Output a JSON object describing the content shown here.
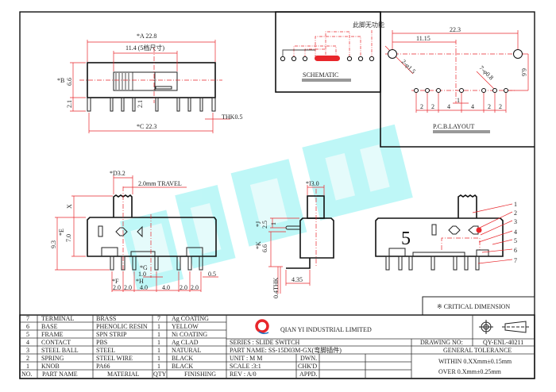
{
  "watermark": "乾熠实业",
  "top_view": {
    "dim_a": "*A 22.8",
    "dim_11_4": "11.4 (5档尺寸)",
    "dim_b": "*B",
    "dim_b_val": "6.6",
    "dim_2_1_left": "2.1",
    "dim_2_1_mid": "2.1",
    "dim_c": "*C 22.3",
    "thk": "THK0.5"
  },
  "schematic": {
    "note": "此脚无功能",
    "title": "SCHEMATIC"
  },
  "pcb": {
    "title": "P.C.B.LAYOUT",
    "dim_22_3": "22.3",
    "dim_11_15": "11.15",
    "dim_6_6": "6.6",
    "holes_big": "2-φ1.5",
    "holes_small": "7-φ0.8",
    "dim_1": "1",
    "pitches": [
      "2",
      "2",
      "4",
      "4",
      "2",
      "2"
    ]
  },
  "front_view": {
    "dim_d": "*D3.2",
    "travel": "2.0mm  TRAVEL",
    "x": "X",
    "dim_9_3": "9.3",
    "dim_e": "*E",
    "dim_e_val": "7.0",
    "dim_g": "*G",
    "dim_g_val": "1.0",
    "dim_0_5": "0.5",
    "dim_f": "*F",
    "dim_h": "*H",
    "pitches": [
      "2.0",
      "2.0",
      "4.0",
      "4.0",
      "2.0",
      "2.0"
    ]
  },
  "side_view": {
    "dim_i": "*I3.0",
    "dim_j": "*J",
    "dim_j_val": "2.5",
    "dim_j_1": "1",
    "dim_k": "*K",
    "dim_k_val": "6.6",
    "thk": "0.4THK",
    "dim_4_35": "4.35"
  },
  "back_view": {
    "position_mark": "5",
    "callouts": [
      "1",
      "2",
      "3",
      "4",
      "5",
      "6",
      "7"
    ]
  },
  "critical_note": "※ CRITICAL  DIMENSION",
  "bom": {
    "headers": [
      "NO.",
      "PART NAME",
      "MATERIAL",
      "QTY",
      "FINISHING"
    ],
    "rows": [
      [
        "7",
        "TERMINAL",
        "BRASS",
        "7",
        "Ag COATING"
      ],
      [
        "6",
        "BASE",
        "PHENOLIC RESIN",
        "1",
        "YELLOW"
      ],
      [
        "5",
        "FRAME",
        "SPN STRIP",
        "1",
        "Ni COATING"
      ],
      [
        "4",
        "CONTACT",
        "PBS",
        "1",
        "Ag CLAD"
      ],
      [
        "3",
        "STEEL BALL",
        "STEEL",
        "1",
        "NATURAL"
      ],
      [
        "2",
        "SPRING",
        "STEEL WIRE",
        "1",
        "BLACK"
      ],
      [
        "1",
        "KNOB",
        "PA66",
        "1",
        "BLACK"
      ]
    ]
  },
  "title_block": {
    "company": "QIAN  YI  INDUSTRIAL  LIMITED",
    "logo_letter": "Q",
    "series": "SERIES : SLIDE SWITCH",
    "part_name": "PART NAME: SS-15D03M-GX(弯脚插件)",
    "unit": "UNIT   : M M",
    "scale": "SCALE :3:1",
    "rev": "REV    : A/0",
    "dwn": "DWN.",
    "chkd": "CHK'D",
    "appd": "APPD.",
    "drawing_no_label": "DRAWING NO:",
    "drawing_no": "QY-ENL-40211",
    "tolerance_title": "GENERAL TOLERANCE",
    "tol_within": "WITHIN 0.XXmm±0.15mm",
    "tol_over": "OVER   0.Xmm±0.25mm",
    "accent": "#e8262b",
    "watermark_color": "#7ff0f0"
  }
}
